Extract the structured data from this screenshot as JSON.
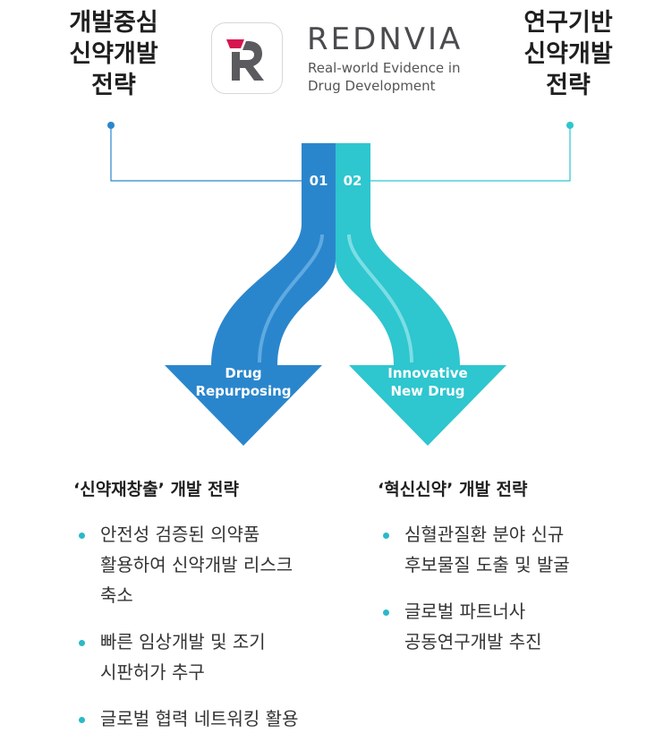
{
  "left_title": {
    "lines": [
      "개발중심",
      "신약개발",
      "전략"
    ]
  },
  "right_title": {
    "lines": [
      "연구기반",
      "신약개발",
      "전략"
    ]
  },
  "brand": {
    "name": "REDNVIA",
    "tagline_lines": [
      "Real-world Evidence in",
      "Drug Development"
    ]
  },
  "arrows": {
    "left_number": "01",
    "right_number": "02",
    "left_label_lines": [
      "Drug",
      "Repurposing"
    ],
    "right_label_lines": [
      "Innovative",
      "New Drug"
    ]
  },
  "colors": {
    "left_arrow": "#2a86cc",
    "right_arrow": "#2ec6cf",
    "bullet": "#2ab9c8",
    "logo_accent": "#d6164f",
    "logo_gray": "#5a5a5f"
  },
  "left_section": {
    "title": "‘신약재창출’ 개발 전략",
    "bullets": [
      [
        "안전성 검증된 의약품",
        "활용하여 신약개발 리스크",
        "축소"
      ],
      [
        "빠른 임상개발 및 조기",
        "시판허가 추구"
      ],
      [
        "글로벌 협력 네트워킹 활용"
      ]
    ]
  },
  "right_section": {
    "title": "‘혁신신약’ 개발 전략",
    "bullets": [
      [
        "심혈관질환 분야 신규",
        "후보물질 도출 및 발굴"
      ],
      [
        "글로벌 파트너사",
        "공동연구개발 추진"
      ]
    ]
  }
}
